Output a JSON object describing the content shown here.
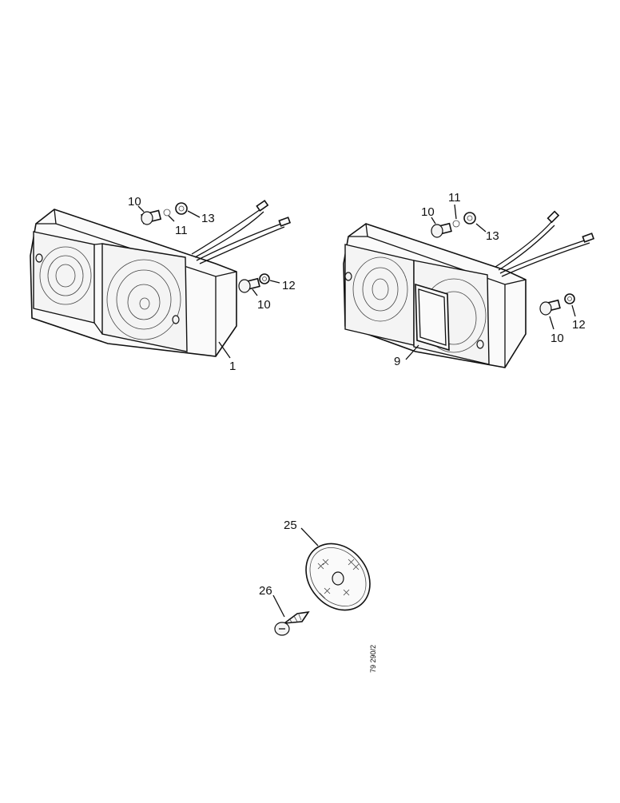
{
  "labels": {
    "left_lamp": {
      "item_1": "1",
      "item_10_top": "10",
      "item_11": "11",
      "item_13": "13",
      "item_10_side": "10",
      "item_12": "12"
    },
    "right_lamp": {
      "item_9": "9",
      "item_10_top": "10",
      "item_11": "11",
      "item_13": "13",
      "item_10_side": "10",
      "item_12": "12"
    },
    "reflector": {
      "item_25": "25",
      "item_26": "26"
    },
    "drawing_ref": "79 290/2"
  }
}
